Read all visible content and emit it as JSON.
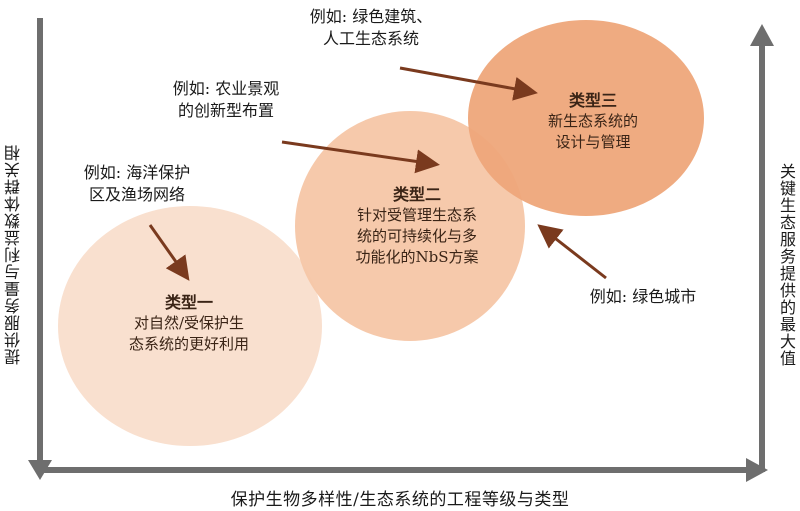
{
  "axes": {
    "x_label": "保护生物多样性/生态系统的工程等级与类型",
    "left_label": "提供服务量与利益数体群关相",
    "right_label": "关键生态服务提供的最大值"
  },
  "types": [
    {
      "title": "类型一",
      "lines": [
        "对自然/受保护生",
        "态系统的更好利用"
      ],
      "color": "#f9e0cf"
    },
    {
      "title": "类型二",
      "lines": [
        "针对受管理生态系",
        "统的可持续化与多",
        "功能化的NbS方案"
      ],
      "color": "#f5c6a6"
    },
    {
      "title": "类型三",
      "lines": [
        "新生态系统的",
        "设计与管理"
      ],
      "color": "#eea77a"
    }
  ],
  "examples": [
    {
      "lines": [
        "例如: 海洋保护",
        "区及渔场网络"
      ]
    },
    {
      "lines": [
        "例如: 农业景观",
        "的创新型布置"
      ]
    },
    {
      "lines": [
        "例如: 绿色建筑、",
        "人工生态系统"
      ]
    },
    {
      "lines": [
        "例如: 绿色城市"
      ]
    }
  ],
  "colors": {
    "axis": "#6e6e6e",
    "arrow": "#7a3a1e"
  }
}
